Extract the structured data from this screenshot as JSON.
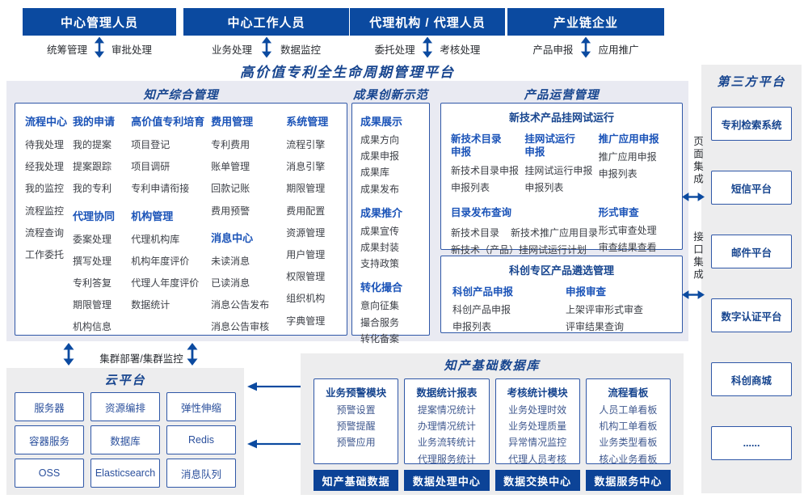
{
  "colors": {
    "primary": "#0b4aa0",
    "navy": "#17458f",
    "group-blue": "#1a53b8",
    "border": "#2f57a7",
    "item-grey": "#3d4047",
    "item-blue": "#40598f",
    "main-bg": "#e9eaf2",
    "panel-bg": "#ededee"
  },
  "top_roles": [
    {
      "title": "中心管理人员",
      "left": "统筹管理",
      "right": "审批处理"
    },
    {
      "title": "中心工作人员",
      "left": "业务处理",
      "right": "数据监控"
    },
    {
      "title": "代理机构 / 代理人员",
      "left": "委托处理",
      "right": "考核处理"
    },
    {
      "title": "产业链企业",
      "left": "产品申报",
      "right": "应用推广"
    }
  ],
  "platform": {
    "title": "高价值专利全生命周期管理平台"
  },
  "ip_section": {
    "title": "知产综合管理",
    "columns": [
      {
        "groups": [
          {
            "header": "流程中心",
            "items": [
              "待我处理",
              "经我处理",
              "我的监控",
              "流程监控",
              "流程查询",
              "工作委托"
            ]
          }
        ]
      },
      {
        "groups": [
          {
            "header": "我的申请",
            "items": [
              "我的提案",
              "提案跟踪",
              "我的专利"
            ]
          },
          {
            "header": "代理协同",
            "items": [
              "委案处理",
              "撰写处理",
              "专利答复",
              "期限管理",
              "机构信息"
            ]
          }
        ]
      },
      {
        "groups": [
          {
            "header": "高价值专利培育",
            "items": [
              "项目登记",
              "项目调研",
              "专利申请衔接"
            ]
          },
          {
            "header": "机构管理",
            "items": [
              "代理机构库",
              "机构年度评价",
              "代理人年度评价",
              "数据统计"
            ]
          }
        ]
      },
      {
        "groups": [
          {
            "header": "费用管理",
            "items": [
              "专利费用",
              "账单管理",
              "回款记账",
              "费用预警"
            ]
          },
          {
            "header": "消息中心",
            "items": [
              "未读消息",
              "已读消息",
              "消息公告发布",
              "消息公告审核"
            ]
          }
        ]
      },
      {
        "groups": [
          {
            "header": "系统管理",
            "items": [
              "流程引擎",
              "消息引擎",
              "期限管理",
              "费用配置",
              "资源管理",
              "用户管理",
              "权限管理",
              "组织机构",
              "字典管理"
            ]
          }
        ]
      }
    ]
  },
  "innovation_section": {
    "title": "成果创新示范",
    "groups": [
      {
        "header": "成果展示",
        "items": [
          "成果方向",
          "成果申报",
          "成果库",
          "成果发布"
        ]
      },
      {
        "header": "成果推介",
        "items": [
          "成果宣传",
          "成果封装",
          "支持政策"
        ]
      },
      {
        "header": "转化撮合",
        "items": [
          "意向征集",
          "撮合服务",
          "转化备案"
        ]
      }
    ]
  },
  "product_section": {
    "title": "产品运营管理",
    "box1": {
      "title": "新技术产品挂网试运行",
      "top_groups": [
        {
          "header": "新技术目录申报",
          "items": [
            "新技术目录申报",
            "申报列表"
          ]
        },
        {
          "header": "挂网试运行申报",
          "items": [
            "挂网试运行申报",
            "申报列表"
          ]
        },
        {
          "header": "推广应用申报",
          "items": [
            "推广应用申报",
            "申报列表"
          ]
        }
      ],
      "bottom_groups": [
        {
          "header": "目录发布查询",
          "items": [
            "新技术目录",
            "新技术推广应用目录",
            "新技术（产品）挂网试运行计划"
          ]
        },
        {
          "header": "形式审查",
          "items": [
            "形式审查处理",
            "审查结果查看"
          ]
        }
      ]
    },
    "box2": {
      "title": "科创专区产品遴选管理",
      "groups": [
        {
          "header": "科创产品申报",
          "items": [
            "科创产品申报",
            "申报列表"
          ]
        },
        {
          "header": "申报审查",
          "items": [
            "上架评审形式审查",
            "评审结果查询"
          ]
        }
      ]
    }
  },
  "cluster": {
    "label": "集群部署/集群监控"
  },
  "cloud": {
    "title": "云平台",
    "items": [
      "服务器",
      "资源编排",
      "弹性伸缩",
      "容器服务",
      "数据库",
      "Redis",
      "OSS",
      "Elasticsearch",
      "消息队列"
    ]
  },
  "database": {
    "title": "知产基础数据库",
    "modules": [
      {
        "header": "业务预警模块",
        "items": [
          "预警设置",
          "预警提醒",
          "预警应用"
        ]
      },
      {
        "header": "数据统计报表",
        "items": [
          "提案情况统计",
          "办理情况统计",
          "业务流转统计",
          "代理服务统计"
        ]
      },
      {
        "header": "考核统计模块",
        "items": [
          "业务处理时效",
          "业务处理质量",
          "异常情况监控",
          "代理人员考核"
        ]
      },
      {
        "header": "流程看板",
        "items": [
          "人员工单看板",
          "机构工单看板",
          "业务类型看板",
          "核心业务看板"
        ]
      }
    ],
    "buttons": [
      "知产基础数据",
      "数据处理中心",
      "数据交换中心",
      "数据服务中心"
    ]
  },
  "third_party": {
    "title": "第三方平台",
    "items": [
      "专利检索系统",
      "短信平台",
      "邮件平台",
      "数字认证平台",
      "科创商城",
      "......"
    ],
    "page_integration": "页面集成",
    "api_integration": "接口集成"
  }
}
